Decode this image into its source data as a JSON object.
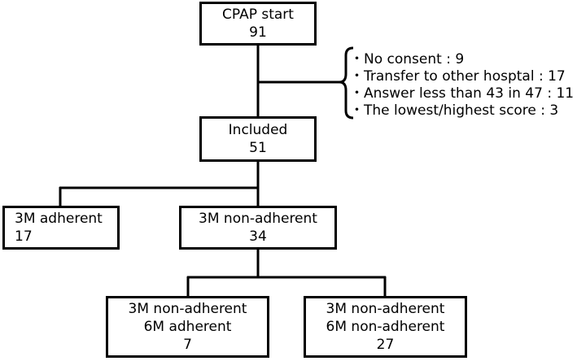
{
  "flowchart": {
    "cpap_start": {
      "label": "CPAP start",
      "count": "91"
    },
    "exclusions": [
      "・No consent : 9",
      "・Transfer to other hosptal : 17",
      "・Answer less than 43 in 47 : 11",
      "・The lowest/highest score : 3"
    ],
    "included": {
      "label": "Included",
      "count": "51"
    },
    "m3_adherent": {
      "label": "3M adherent",
      "count": "17"
    },
    "m3_non_adherent": {
      "label": "3M non-adherent",
      "count": "34"
    },
    "m3_non_m6_adherent": {
      "line1": "3M non-adherent",
      "line2": "6M adherent",
      "count": "7"
    },
    "m3_non_m6_non_adherent": {
      "line1": "3M non-adherent",
      "line2": "6M non-adherent",
      "count": "27"
    }
  },
  "colors": {
    "line": "#000000",
    "box_fill": "#ffffff",
    "text": "#000000"
  }
}
